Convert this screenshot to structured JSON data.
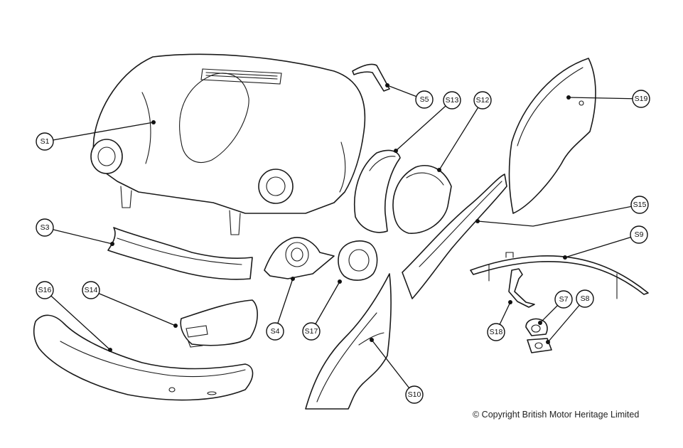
{
  "copyright": "© Copyright British Motor Heritage Limited",
  "callouts": {
    "s1": "S1",
    "s3": "S3",
    "s4": "S4",
    "s5": "S5",
    "s7": "S7",
    "s8": "S8",
    "s9": "S9",
    "s10": "S10",
    "s12": "S12",
    "s13": "S13",
    "s14": "S14",
    "s15": "S15",
    "s16": "S16",
    "s17": "S17",
    "s18": "S18",
    "s19": "S19"
  },
  "colors": {
    "line": "#1a1a1a",
    "background": "#ffffff"
  }
}
